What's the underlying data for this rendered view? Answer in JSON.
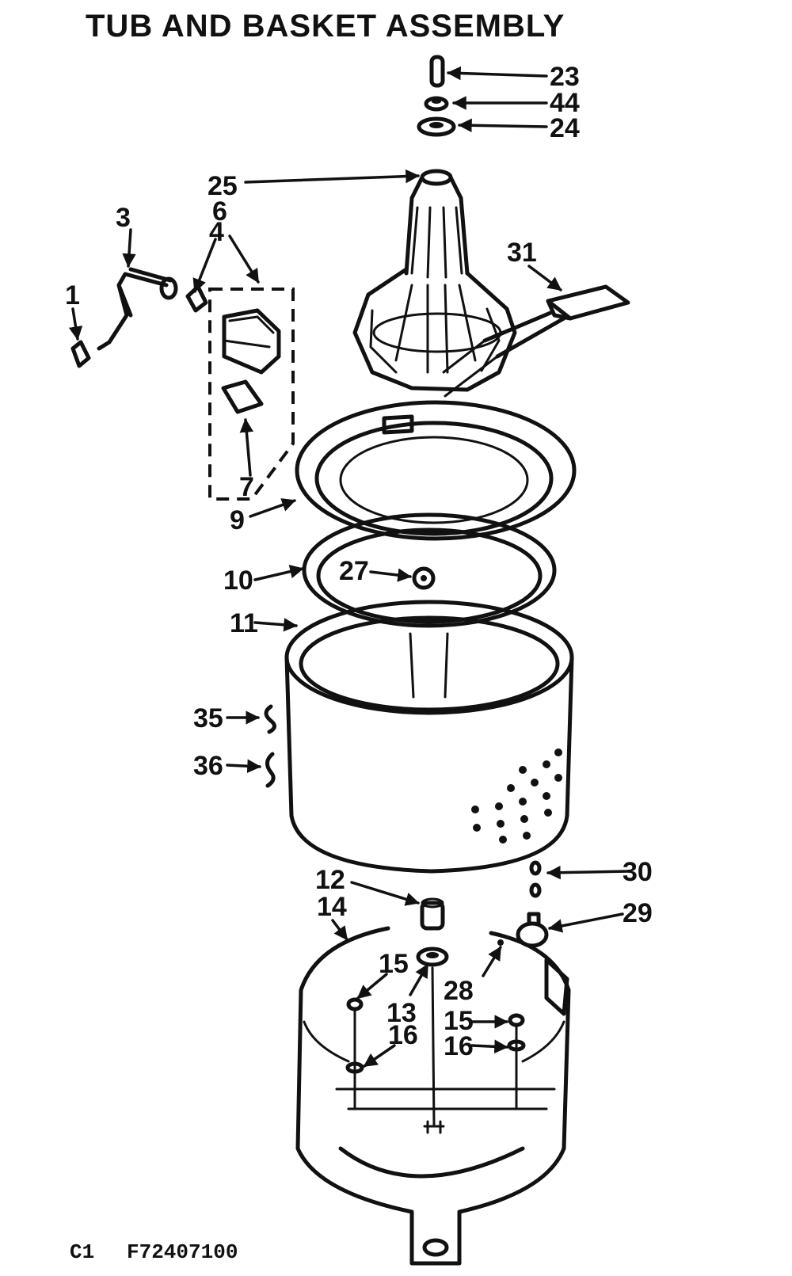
{
  "title": "TUB AND BASKET ASSEMBLY",
  "footer": {
    "prefix": "C1",
    "code": "F72407100"
  },
  "labels": {
    "p1": "1",
    "p3": "3",
    "p4": "4",
    "p6": "6",
    "p7": "7",
    "p9": "9",
    "p10": "10",
    "p11": "11",
    "p12": "12",
    "p13": "13",
    "p14": "14",
    "p15a": "15",
    "p15b": "15",
    "p16a": "16",
    "p16b": "16",
    "p23": "23",
    "p24": "24",
    "p25": "25",
    "p27": "27",
    "p28": "28",
    "p29": "29",
    "p30": "30",
    "p31": "31",
    "p35": "35",
    "p36": "36",
    "p44": "44"
  }
}
